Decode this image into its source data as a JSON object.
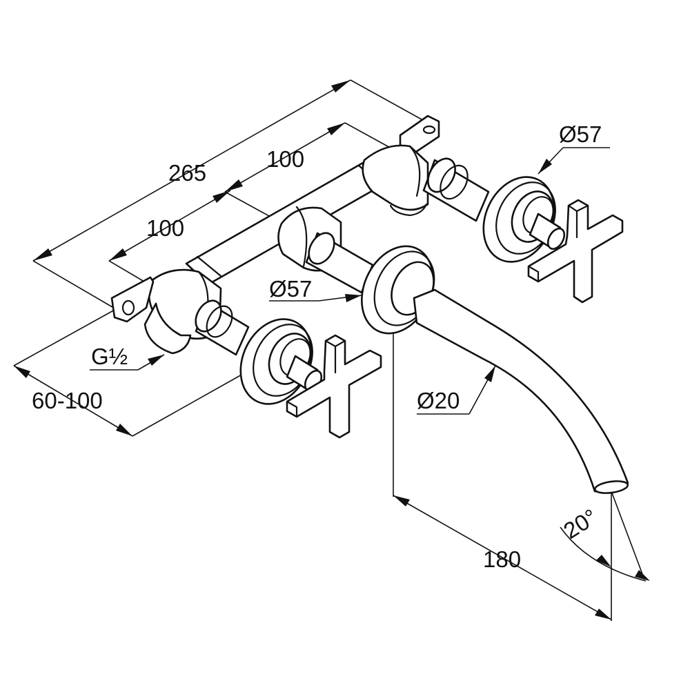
{
  "dimensions": {
    "overall_width": "265",
    "valve_spacing_left": "100",
    "valve_spacing_right": "100",
    "rosette_diameter_right": "Ø57",
    "rosette_diameter_center": "Ø57",
    "thread_size": "G½",
    "wall_depth_range": "60-100",
    "spout_diameter": "Ø20",
    "spout_projection": "180",
    "spout_angle": "20°"
  },
  "colors": {
    "line": "#111111",
    "background": "#ffffff"
  }
}
